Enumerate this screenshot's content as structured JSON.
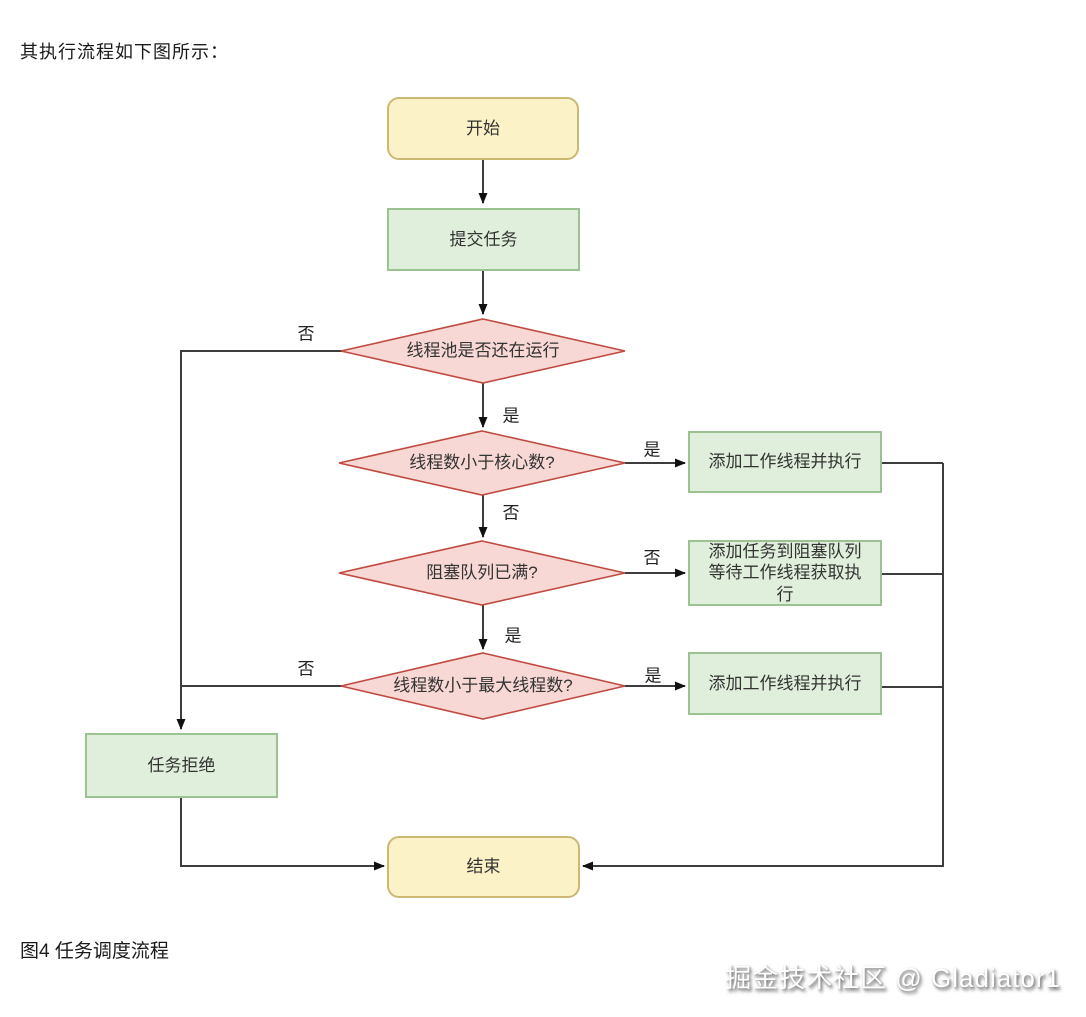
{
  "page": {
    "header": "其执行流程如下图所示：",
    "caption": "图4 任务调度流程",
    "watermark": "掘金技术社区 @ Gladiator1"
  },
  "colors": {
    "terminal_fill": "#fcf2c8",
    "terminal_border": "#cbb873",
    "process_fill": "#e0efdb",
    "process_border": "#9dc291",
    "decision_fill": "#f7d8d5",
    "decision_border": "#c04a40",
    "connector": "#3d3d3d",
    "node_text": "#333333"
  },
  "diagram": {
    "type": "flowchart",
    "nodes": {
      "start": {
        "type": "terminal",
        "label": "开始"
      },
      "submit": {
        "type": "process",
        "label": "提交任务"
      },
      "pool_running": {
        "type": "decision",
        "label": "线程池是否还在运行"
      },
      "lt_core": {
        "type": "decision",
        "label": "线程数小于核心数?"
      },
      "queue_full": {
        "type": "decision",
        "label": "阻塞队列已满?"
      },
      "lt_max": {
        "type": "decision",
        "label": "线程数小于最大线程数?"
      },
      "add_worker_core": {
        "type": "process",
        "label": "添加工作线程并执行"
      },
      "add_to_queue": {
        "type": "process",
        "label": "添加任务到阻塞队列等待工作线程获取执行"
      },
      "add_worker_max": {
        "type": "process",
        "label": "添加工作线程并执行"
      },
      "reject": {
        "type": "process",
        "label": "任务拒绝"
      },
      "end": {
        "type": "terminal",
        "label": "结束"
      }
    },
    "edge_labels": {
      "pool_running_no": "否",
      "pool_running_yes": "是",
      "lt_core_yes": "是",
      "lt_core_no": "否",
      "queue_full_no": "否",
      "queue_full_yes": "是",
      "lt_max_no": "否",
      "lt_max_yes": "是"
    },
    "edges": [
      {
        "from": "start",
        "to": "submit"
      },
      {
        "from": "submit",
        "to": "pool_running"
      },
      {
        "from": "pool_running",
        "to": "reject",
        "label": "否"
      },
      {
        "from": "pool_running",
        "to": "lt_core",
        "label": "是"
      },
      {
        "from": "lt_core",
        "to": "add_worker_core",
        "label": "是"
      },
      {
        "from": "lt_core",
        "to": "queue_full",
        "label": "否"
      },
      {
        "from": "queue_full",
        "to": "add_to_queue",
        "label": "否"
      },
      {
        "from": "queue_full",
        "to": "lt_max",
        "label": "是"
      },
      {
        "from": "lt_max",
        "to": "add_worker_max",
        "label": "是"
      },
      {
        "from": "lt_max",
        "to": "reject",
        "label": "否"
      },
      {
        "from": "add_worker_core",
        "to": "end"
      },
      {
        "from": "add_to_queue",
        "to": "end"
      },
      {
        "from": "add_worker_max",
        "to": "end"
      },
      {
        "from": "reject",
        "to": "end"
      }
    ]
  }
}
